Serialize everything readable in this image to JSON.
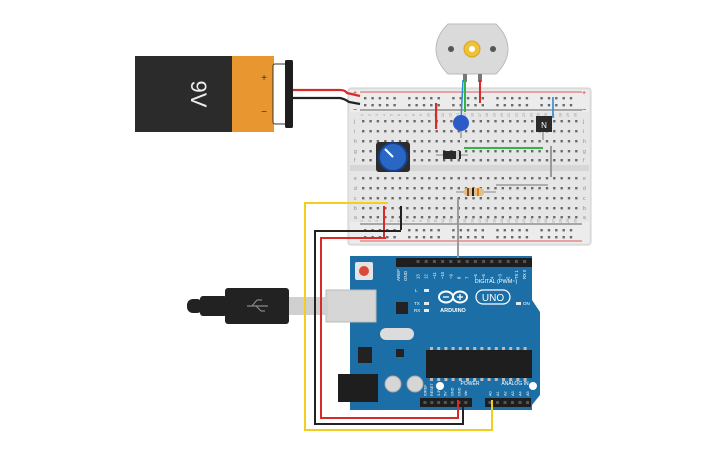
{
  "battery": {
    "label": "9V",
    "plus": "+",
    "minus": "−"
  },
  "arduino": {
    "brand": "ARDUINO",
    "model": "UNO",
    "digital_label": "DIGITAL (PWM~)",
    "power_label": "POWER",
    "analog_label": "ANALOG IN",
    "on_label": "ON",
    "tx_label": "TX",
    "rx_label": "RX",
    "l_label": "L",
    "aref_label": "AREF",
    "gnd_label": "GND",
    "top_pins": [
      "13",
      "12",
      "~11",
      "~10",
      "~9",
      "8",
      "7",
      "~6",
      "~5",
      "4",
      "~3",
      "2",
      "TX 1",
      "RX 0"
    ],
    "power_pins": [
      "IOREF",
      "RESET",
      "3.3V",
      "5V",
      "GND",
      "GND",
      "Vin"
    ],
    "analog_pins": [
      "A0",
      "A1",
      "A2",
      "A3",
      "A4",
      "A5"
    ]
  },
  "transistor": {
    "label": "N"
  },
  "breadboard": {
    "row_letters_top": [
      "j",
      "i",
      "h",
      "g",
      "f"
    ],
    "row_letters_bottom": [
      "e",
      "d",
      "c",
      "b",
      "a"
    ],
    "rail_plus": "+",
    "rail_minus": "−",
    "columns": [
      "1",
      "2",
      "3",
      "4",
      "5",
      "6",
      "7",
      "8",
      "9",
      "10",
      "11",
      "12",
      "13",
      "14",
      "15",
      "16",
      "17",
      "18",
      "19",
      "20",
      "21",
      "22",
      "23",
      "24",
      "25",
      "26",
      "27",
      "28",
      "29",
      "30"
    ]
  },
  "colors": {
    "wire_red": "#d62b2b",
    "wire_black": "#222222",
    "wire_yellow": "#f2cf1f",
    "wire_green": "#35b34a",
    "wire_blue": "#2a8ad4",
    "wire_gray": "#9a9a9a",
    "arduino_blue": "#1c6fa6",
    "battery_orange": "#e8962f",
    "battery_black": "#2b2b2b"
  }
}
